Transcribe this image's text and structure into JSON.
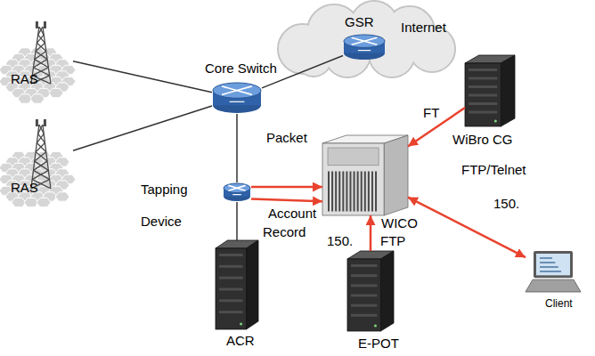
{
  "diagram": {
    "nodes": [
      {
        "text": [
          "RAS"
        ]
      },
      {
        "text": [
          "RAS"
        ]
      },
      {
        "text": [
          "Core Switch"
        ]
      },
      {
        "text": [
          "Internet"
        ]
      },
      {
        "text": [
          "GSR"
        ],
        "in": 3
      },
      {
        "text": [
          "Tapping Device"
        ]
      },
      {
        "text": [
          "ACR"
        ]
      },
      {
        "text": [
          "WICO"
        ]
      },
      {
        "text": [
          "WiBro CG"
        ]
      },
      {
        "text": [
          "E-POT"
        ]
      },
      {
        "text": [
          "Client"
        ]
      }
    ],
    "edges": [
      {
        "from": 0,
        "to": 2,
        "arrow": "none"
      },
      {
        "from": 1,
        "to": 2,
        "arrow": "none"
      },
      {
        "from": 2,
        "to": 4,
        "arrow": "none"
      },
      {
        "from": 2,
        "to": 5,
        "arrow": "none"
      },
      {
        "from": 5,
        "to": 6,
        "arrow": "none"
      },
      {
        "from": 5,
        "to": 7,
        "label": "Packet",
        "arrow": "to"
      },
      {
        "from": 5,
        "to": 7,
        "label": "Account",
        "arrow": "to"
      },
      {
        "from": 8,
        "to": 7,
        "label": "FT",
        "arrow": "to"
      },
      {
        "from": 7,
        "to": 10,
        "label": "FTP/Telnet",
        "arrow": "both"
      },
      {
        "from": 9,
        "to": 7,
        "label": "FTP",
        "arrow": "to"
      }
    ],
    "labels": [
      "Record",
      "150.",
      "150."
    ]
  }
}
